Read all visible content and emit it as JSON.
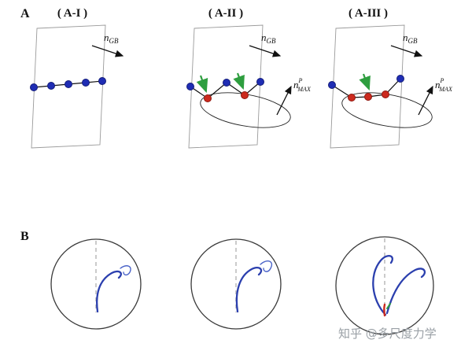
{
  "figure": {
    "panel_a_label": "A",
    "panel_b_label": "B",
    "watermark": "知乎 @多尺度力学",
    "subpanels_a": [
      {
        "title": "( A-I )"
      },
      {
        "title": "( A-II )"
      },
      {
        "title": "( A-III )"
      }
    ],
    "vector_labels": {
      "n_base": "n",
      "gb_sub": "GB",
      "p_sup": "P",
      "max_sub": "MAX"
    },
    "colors": {
      "blue_dot": "#1f2db4",
      "red_dot": "#cc2a1e",
      "green_arrow": "#2e9e3f",
      "curve_blue": "#2b3fae",
      "outline_gray": "#9a9a9a",
      "watermark_gray": "#9aa0a6"
    }
  }
}
